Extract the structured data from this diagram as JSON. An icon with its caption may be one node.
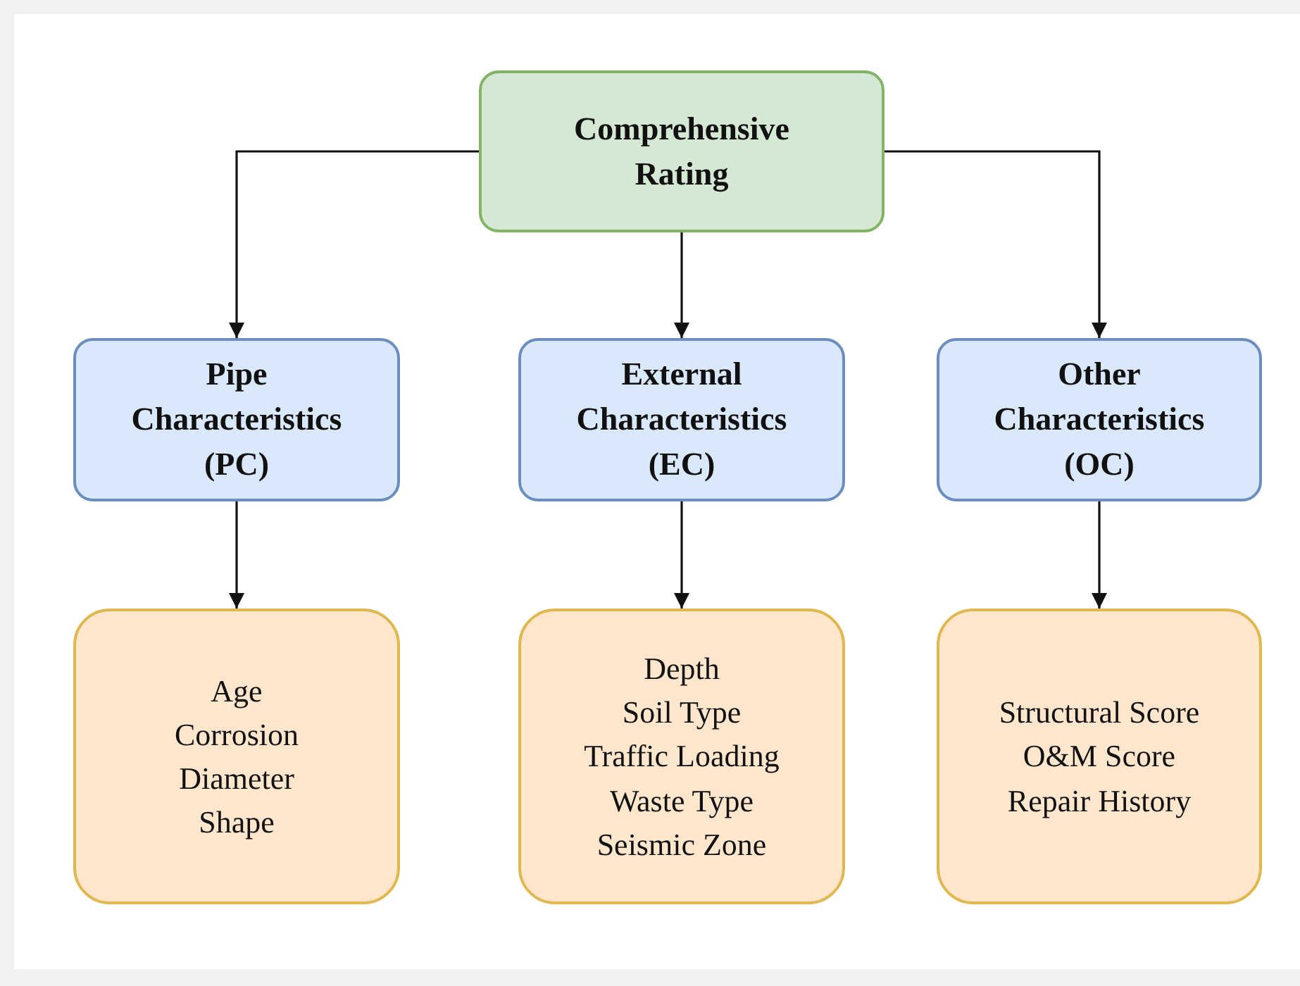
{
  "diagram": {
    "nodes": [
      {
        "text": [
          "Comprehensive Rating"
        ]
      },
      {
        "text": [
          "Pipe Characteristics (PC)"
        ]
      },
      {
        "text": [
          "External Characteristics (EC)"
        ]
      },
      {
        "text": [
          "Other Characteristics (OC)"
        ]
      },
      {
        "text": [
          "Age",
          "Corrosion",
          "Diameter",
          "Shape"
        ]
      },
      {
        "text": [
          "Depth",
          "Soil Type",
          "Traffic Loading",
          "Waste Type",
          "Seismic Zone"
        ]
      },
      {
        "text": [
          "Structural Score",
          "O&M Score",
          "Repair History"
        ]
      }
    ],
    "edges": [
      {
        "from": 0,
        "to": 1,
        "arrow": "to"
      },
      {
        "from": 0,
        "to": 2,
        "arrow": "to"
      },
      {
        "from": 0,
        "to": 3,
        "arrow": "to"
      },
      {
        "from": 1,
        "to": 4,
        "arrow": "to"
      },
      {
        "from": 2,
        "to": 5,
        "arrow": "to"
      },
      {
        "from": 3,
        "to": 6,
        "arrow": "to"
      }
    ]
  }
}
